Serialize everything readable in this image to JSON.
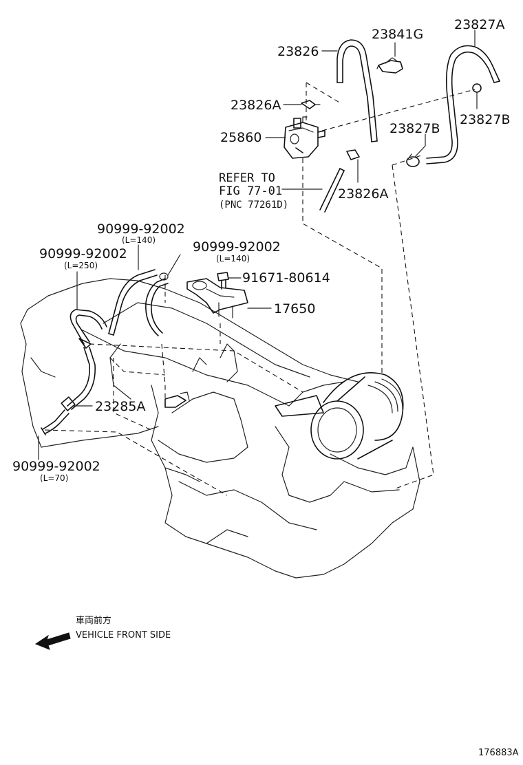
{
  "parts": {
    "p23826": "23826",
    "p23841G": "23841G",
    "p23827A": "23827A",
    "p23826A_top": "23826A",
    "p23827B_right": "23827B",
    "p25860": "25860",
    "p23827B_mid": "23827B",
    "p23826A_mid": "23826A",
    "p91671": "91671-80614",
    "p17650": "17650",
    "p23285A": "23285A"
  },
  "hoses": {
    "h1_pn": "90999-92002",
    "h1_len": "(L=140)",
    "h2_pn": "90999-92002",
    "h2_len": "(L=250)",
    "h3_pn": "90999-92002",
    "h3_len": "(L=140)",
    "h4_pn": "90999-92002",
    "h4_len": "(L=70)"
  },
  "reference": {
    "line1": "REFER TO",
    "line2": "FIG 77-01",
    "line3": "(PNC 77261D)"
  },
  "direction": {
    "japanese": "車両前方",
    "english": "VEHICLE FRONT SIDE",
    "arrow_icon": "arrow-left-icon"
  },
  "figure_code": "176883A"
}
